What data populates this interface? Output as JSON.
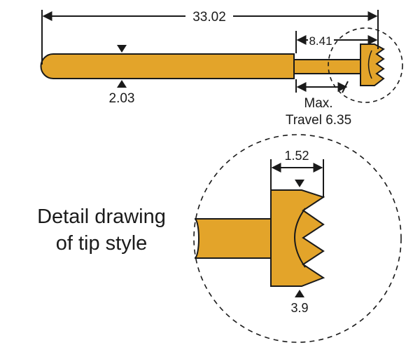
{
  "colors": {
    "part_fill": "#E3A42A",
    "outline": "#1a1a1a",
    "background": "#ffffff"
  },
  "dimensions": {
    "overall_length": "33.02",
    "tip_length": "8.41",
    "barrel_diameter": "2.03",
    "max_travel_line1": "Max.",
    "max_travel_line2": "Travel 6.35",
    "detail_tip_width": "1.52",
    "detail_tip_diameter": "3.9"
  },
  "caption": {
    "line1": "Detail drawing",
    "line2": "of tip style"
  }
}
